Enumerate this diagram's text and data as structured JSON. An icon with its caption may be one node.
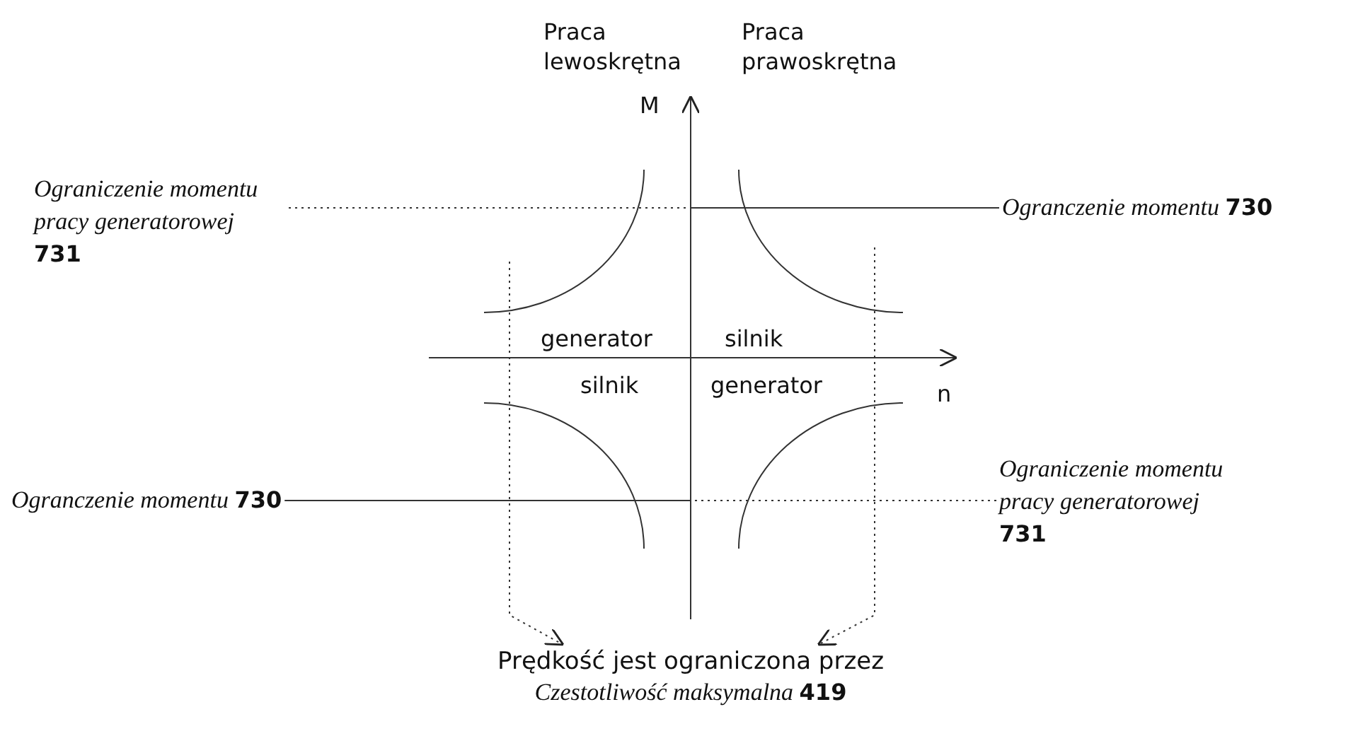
{
  "diagram": {
    "nodes": [
      {
        "text": [
          "Ograniczenie momentu pracy generatorowej **731**"
        ]
      },
      {
        "text": [
          "Ogranczenie momentu **730**"
        ]
      },
      {
        "text": [
          "Ogranczenie momentu **730**"
        ]
      },
      {
        "text": [
          "Ograniczenie momentu pracy generatorowej **731**"
        ]
      },
      {
        "text": [
          "Prędkość jest ograniczona przez",
          "Czestotliwość maksymalna **419**"
        ]
      },
      {
        "text": [],
        "shape": "bar"
      }
    ],
    "edges": [
      {
        "from": 0,
        "to": 5,
        "arrow": "none",
        "style": "dashed"
      },
      {
        "from": 1,
        "to": 5,
        "arrow": "none"
      },
      {
        "from": 2,
        "to": 5,
        "arrow": "none"
      },
      {
        "from": 3,
        "to": 5,
        "arrow": "none",
        "style": "dashed"
      },
      {
        "from": null,
        "to": 4,
        "arrow": "to",
        "style": "dashed"
      },
      {
        "from": null,
        "to": 4,
        "arrow": "to",
        "style": "dashed"
      }
    ],
    "labels": [
      "Praca lewoskrętna",
      "Praca prawoskrętna",
      "M",
      "n",
      "generator",
      "silnik",
      "silnik",
      "generator"
    ]
  }
}
